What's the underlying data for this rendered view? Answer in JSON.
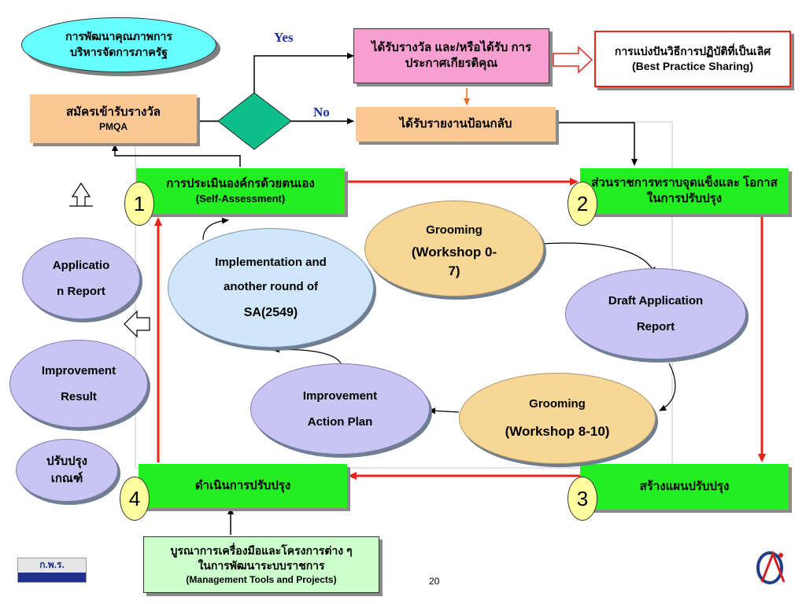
{
  "title_bubble": "การพัฒนาคุณภาพการ บริหารจัดการภาครัฐ",
  "apply_box": {
    "line1": "สมัครเข้ารับรางวัล",
    "line2": "PMQA"
  },
  "yes_label": "Yes",
  "no_label": "No",
  "award_box": "ได้รับรางวัล และ/หรือได้รับ การประกาศเกียรติคุณ",
  "best_practice_box": "การแบ่งปันวิธีการปฏิบัติที่เป็นเลิศ (Best Practice Sharing)",
  "feedback_box": "ได้รับรายงานป้อนกลับ",
  "steps": [
    {
      "number": "1",
      "label": "การประเมินองค์กรด้วยตนเอง",
      "sub": "(Self-Assessment)"
    },
    {
      "number": "2",
      "label": "ส่วนราชการทราบจุดแข็งและ โอกาสในการปรับปรุง"
    },
    {
      "number": "3",
      "label": "สร้างแผนปรับปรุง"
    },
    {
      "number": "4",
      "label": "ดำเนินการปรับปรุง"
    }
  ],
  "cycle": {
    "grooming1": {
      "line1": "Grooming",
      "line2": "(Workshop 0-",
      "line3": "7)"
    },
    "draft_report": {
      "line1": "Draft Application",
      "line2": "Report"
    },
    "grooming2": {
      "line1": "Grooming",
      "line2": "(Workshop 8-10)"
    },
    "action_plan": {
      "line1": "Improvement",
      "line2": "Action Plan"
    },
    "implementation": {
      "line1": "Implementation  and",
      "line2": "another round of",
      "line3": "SA(2549)"
    }
  },
  "outputs": {
    "app_report": {
      "line1": "Applicatio",
      "line2": "n Report"
    },
    "improvement_result": {
      "line1": "Improvement",
      "line2": "Result"
    },
    "criteria": {
      "line1": "ปรับปรุง",
      "line2": "เกณฑ์"
    }
  },
  "tools_box": {
    "line1": "บูรณาการเครื่องมือและโครงการต่าง ๆ",
    "line2": "ในการพัฒนาระบบราชการ",
    "line3": "(Management Tools and Projects)"
  },
  "footer": {
    "logo_text": "ก.พ.ร.",
    "page_number": "20"
  },
  "colors": {
    "step_green": "#22ee22",
    "peach": "#fac893",
    "pink": "#f9a0d2",
    "red_arrow": "#e8241a",
    "cyan": "#66ffff",
    "lavender": "#c9c5f3"
  }
}
